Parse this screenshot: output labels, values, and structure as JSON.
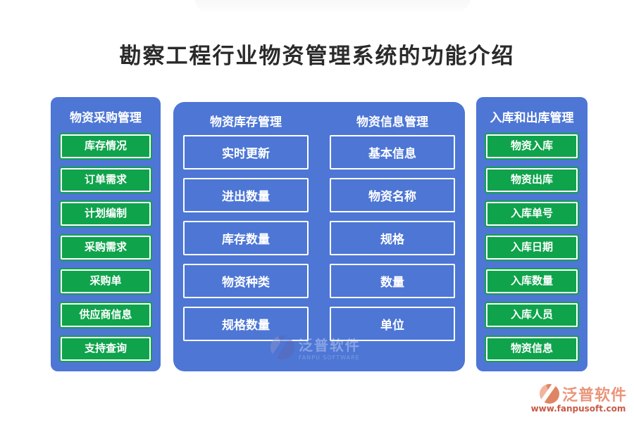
{
  "page": {
    "title": "勘察工程行业物资管理系统的功能介绍"
  },
  "panels": {
    "purchase": {
      "title": "物资采购管理",
      "items": [
        "库存情况",
        "订单需求",
        "计划编制",
        "采购需求",
        "采购单",
        "供应商信息",
        "支持查询"
      ]
    },
    "inventory": {
      "title": "物资库存管理",
      "items": [
        "实时更新",
        "进出数量",
        "库存数量",
        "物资种类",
        "规格数量"
      ]
    },
    "info": {
      "title": "物资信息管理",
      "items": [
        "基本信息",
        "物资名称",
        "规格",
        "数量",
        "单位"
      ]
    },
    "warehouse": {
      "title": "入库和出库管理",
      "items": [
        "物资入库",
        "物资出库",
        "入库单号",
        "入库日期",
        "入库数量",
        "入库人员",
        "物资信息"
      ]
    }
  },
  "watermark": {
    "brand": "泛普软件",
    "subtitle": "FANPU SOFTWARE"
  },
  "footer": {
    "brand": "泛普软件",
    "url": "www.fanpusoft.com"
  },
  "colors": {
    "panel_blue": "#4d76d5",
    "button_green": "#0fa34c",
    "title_dark": "#2a2a2a",
    "brand_salmon": "#e9957a",
    "url_red": "#c75b45"
  }
}
